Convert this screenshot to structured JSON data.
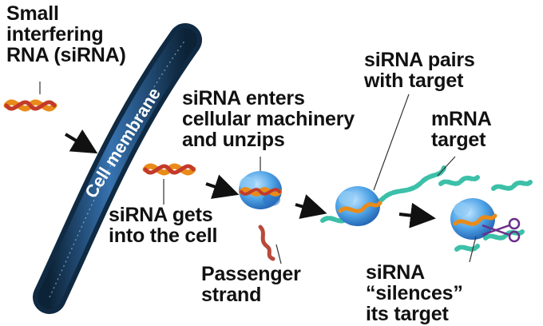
{
  "labels": {
    "sirna_title": [
      "Small",
      "interfering",
      "RNA (siRNA)"
    ],
    "membrane": "Cell membrane",
    "enters": [
      "siRNA enters",
      "cellular machinery",
      "and unzips"
    ],
    "gets_into": [
      "siRNA gets",
      "into the cell"
    ],
    "passenger": [
      "Passenger",
      "strand"
    ],
    "pairs": [
      "siRNA pairs",
      "with target"
    ],
    "mrna": [
      "mRNA",
      "target"
    ],
    "silences": [
      "siRNA",
      "“silences”",
      "its target"
    ]
  },
  "icons": [
    "sirna-duplex-icon",
    "cell-membrane",
    "protein-complex-icon",
    "mrna-strand-icon",
    "passenger-strand-icon",
    "scissors-icon",
    "arrow-icon"
  ],
  "colors": {
    "text": "#111111",
    "membrane": "#13324d",
    "membrane_highlight": "#3b7bbd",
    "sirna_orange": "#e88b1a",
    "sirna_red": "#c43a2a",
    "passenger": "#b84a3a",
    "protein": "#4fa3e6",
    "mrna": "#3cc0a8",
    "scissors": "#6b2f8a"
  }
}
